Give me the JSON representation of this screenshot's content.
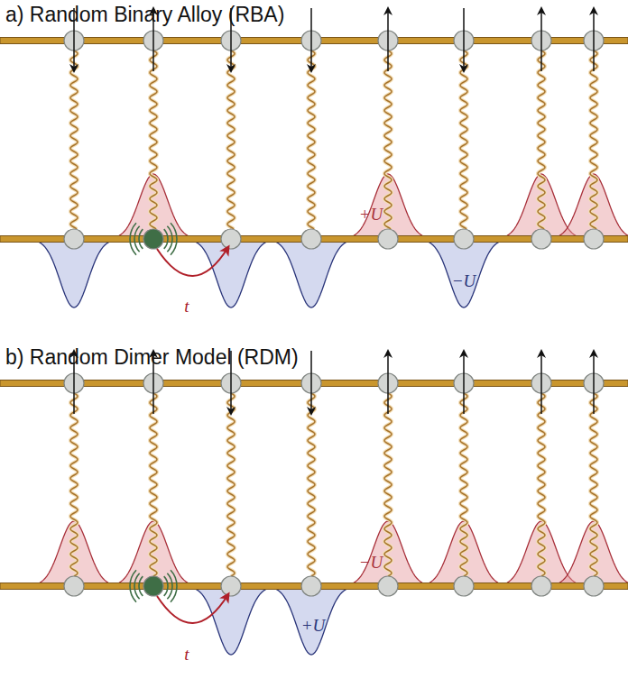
{
  "diagram": {
    "labels": [
      "a) Random Binary Alloy (RBA)",
      "+U",
      "−U",
      "t",
      "b) Random Dimer Model (RDM)",
      "−U",
      "+U",
      "t"
    ]
  }
}
